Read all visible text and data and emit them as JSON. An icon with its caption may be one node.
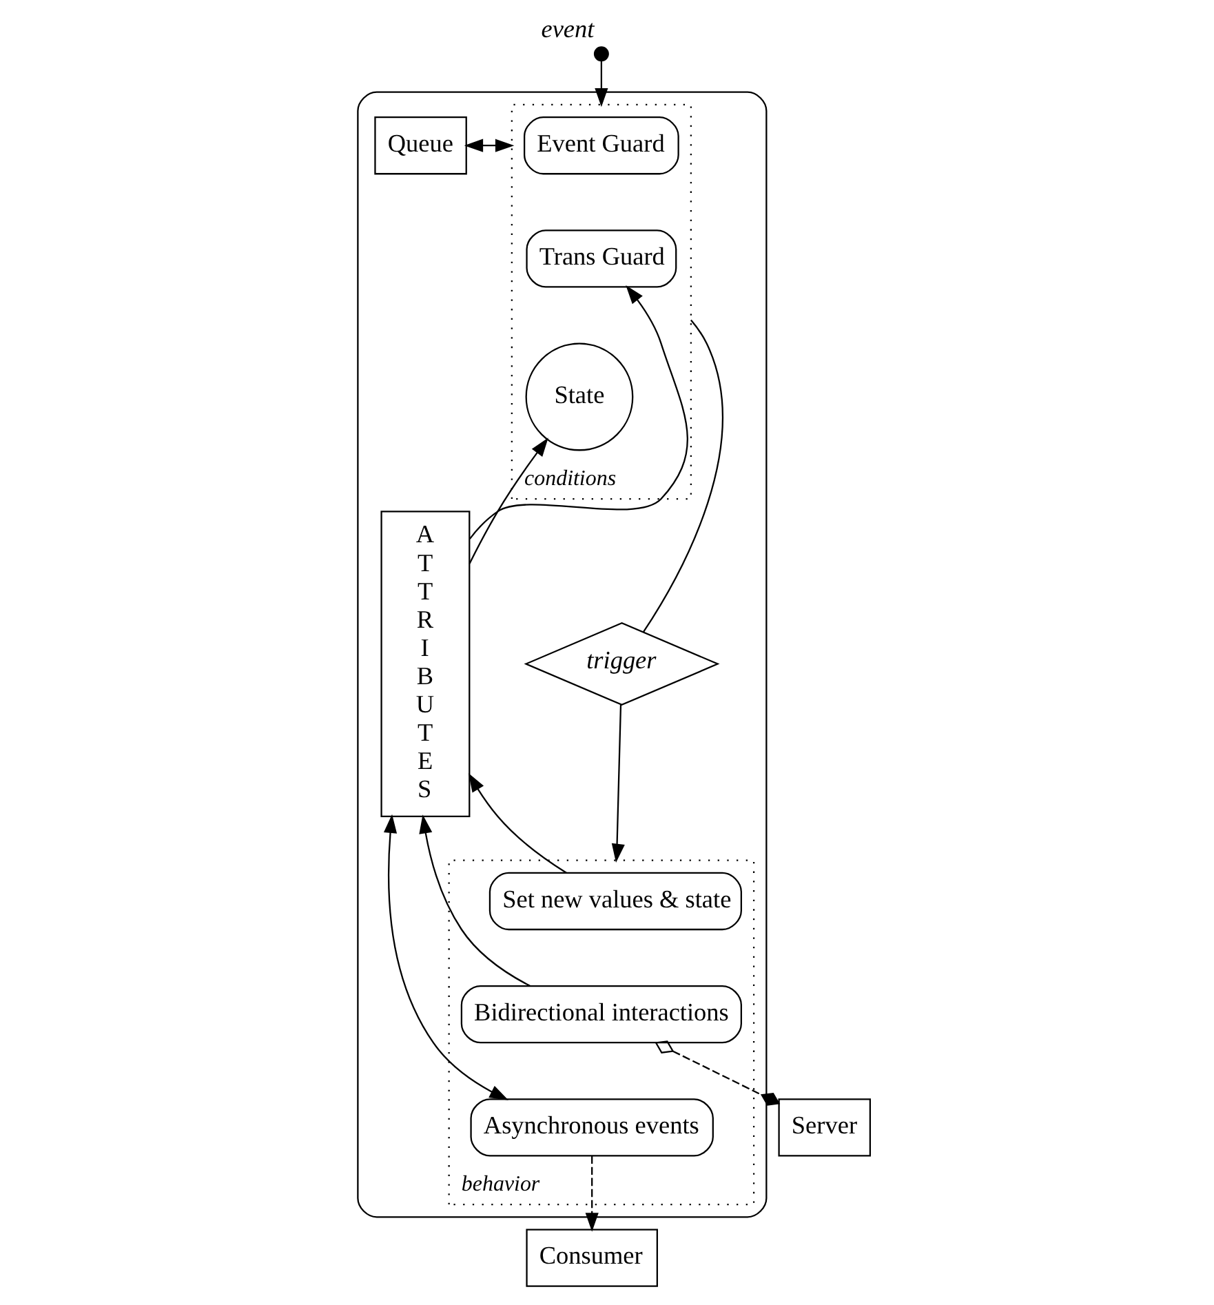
{
  "diagram": {
    "nodes": [
      {
        "text": [
          "event"
        ]
      },
      {
        "text": [],
        "shape": "box"
      },
      {
        "text": [
          "ATTRIBUTES"
        ],
        "in": 1
      },
      {
        "text": [
          "conditions"
        ],
        "in": 1
      },
      {
        "text": [
          "Event Guard"
        ],
        "in": 3
      },
      {
        "text": [
          "Trans Guard"
        ],
        "in": 3
      },
      {
        "text": [
          "State"
        ],
        "in": 3
      },
      {
        "text": [
          "Queue"
        ],
        "in": 1
      },
      {
        "text": [
          "trigger"
        ],
        "in": 1
      },
      {
        "text": [
          "behavior"
        ],
        "in": 1
      },
      {
        "text": [
          "Set new values & state"
        ],
        "in": 9
      },
      {
        "text": [
          "Bidirectional interactions"
        ],
        "in": 9
      },
      {
        "text": [
          "Asynchronous events"
        ],
        "in": 9
      },
      {
        "text": [
          "Server"
        ]
      },
      {
        "text": [
          "Consumer"
        ]
      }
    ],
    "edges": [
      {
        "from": 0,
        "to": 3,
        "arrow": "to"
      },
      {
        "from": 3,
        "to": 7,
        "arrow": "both"
      },
      {
        "from": 2,
        "to": 5,
        "arrow": "to"
      },
      {
        "from": 2,
        "to": 6,
        "arrow": "to"
      },
      {
        "from": 3,
        "to": 8,
        "arrow": "none"
      },
      {
        "from": 8,
        "to": 9,
        "arrow": "to"
      },
      {
        "from": 10,
        "to": 2,
        "arrow": "to"
      },
      {
        "from": 11,
        "to": 2,
        "arrow": "to"
      },
      {
        "from": 2,
        "to": 12,
        "arrow": "both"
      },
      {
        "from": 11,
        "to": 13,
        "arrow": "other",
        "style": "dashed"
      },
      {
        "from": 12,
        "to": 14,
        "arrow": "to",
        "style": "dashed"
      }
    ]
  }
}
